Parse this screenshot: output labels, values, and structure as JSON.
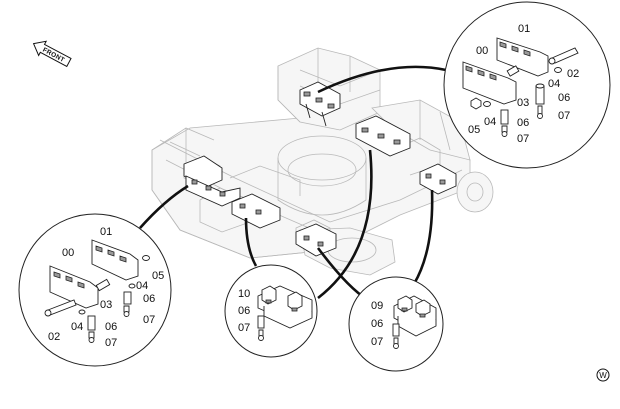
{
  "front_arrow": {
    "text": "FRONT"
  },
  "watermark": {
    "symbol": "W"
  },
  "callout_top_right": {
    "labels": [
      "01",
      "00",
      "02",
      "03",
      "04",
      "06",
      "07",
      "05",
      "04",
      "06",
      "07"
    ]
  },
  "callout_left": {
    "labels": [
      "01",
      "00",
      "05",
      "04",
      "03",
      "06",
      "04",
      "06",
      "07",
      "02",
      "07"
    ]
  },
  "callout_bottom_middle": {
    "labels": [
      "10",
      "06",
      "07"
    ]
  },
  "callout_bottom_right": {
    "labels": [
      "09",
      "06",
      "07"
    ]
  },
  "colors": {
    "line": "#111111",
    "ghost": "#b9b9b9",
    "background": "#ffffff"
  }
}
